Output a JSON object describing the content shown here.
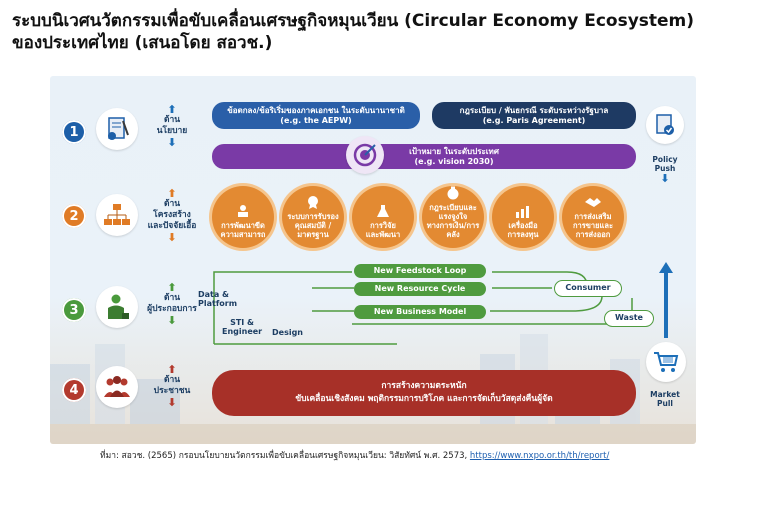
{
  "title_line1": "ระบบนิเวศนวัตกรรมเพื่อขับเคลื่อนเศรษฐกิจหมุนเวียน (Circular Economy Ecosystem)",
  "title_line2": "ของประเทศไทย (เสนอโดย สอวช.)",
  "rows": [
    {
      "num": "1",
      "label_line1": "ด้าน",
      "label_line2": "นโยบาย",
      "color": "#1d5fa8"
    },
    {
      "num": "2",
      "label_line1": "ด้าน",
      "label_line2": "โครงสร้าง",
      "label_line3": "และปัจจัยเอื้อ",
      "color": "#e07b25"
    },
    {
      "num": "3",
      "label_line1": "ด้าน",
      "label_line2": "ผู้ประกอบการ",
      "color": "#4a9a3c"
    },
    {
      "num": "4",
      "label_line1": "ด้าน",
      "label_line2": "ประชาชน",
      "color": "#b33a2e"
    }
  ],
  "policy": {
    "intl_line1": "ข้อตกลง/ข้อริเริ่มของภาคเอกชน ในระดับนานาชาติ",
    "intl_line2": "(e.g. the AEPW)",
    "gov_line1": "กฎระเบียบ / พันธกรณี ระดับระหว่างรัฐบาล",
    "gov_line2": "(e.g. Paris Agreement)",
    "target_line1": "เป้าหมาย ในระดับประเทศ",
    "target_line2": "(e.g. vision 2030)",
    "push_line1": "Policy",
    "push_line2": "Push"
  },
  "structure_items": [
    {
      "line1": "การพัฒนาขีด",
      "line2": "ความสามารถ",
      "line3": ""
    },
    {
      "line1": "ระบบการรับรอง",
      "line2": "คุณสมบัติ /",
      "line3": "มาตรฐาน"
    },
    {
      "line1": "การวิจัย",
      "line2": "และพัฒนา",
      "line3": ""
    },
    {
      "line1": "กฎระเบียบและ",
      "line2": "แรงจูงใจ",
      "line3": "ทางการเงิน/การคลัง"
    },
    {
      "line1": "เครื่องมือ",
      "line2": "การลงทุน",
      "line3": ""
    },
    {
      "line1": "การส่งเสริม",
      "line2": "การขายและ",
      "line3": "การส่งออก"
    }
  ],
  "entrepreneur": {
    "loop1": "New Feedstock Loop",
    "loop2": "New Resource Cycle",
    "loop3": "New Business Model",
    "data_platform_1": "Data &",
    "data_platform_2": "Platform",
    "sti_1": "STI &",
    "sti_2": "Engineer",
    "design": "Design",
    "consumer": "Consumer",
    "waste": "Waste"
  },
  "people": {
    "line1": "การสร้างความตระหนัก",
    "line2": "ขับเคลื่อนเชิงสังคม พฤติกรรมการบริโภค และการจัดเก็บวัสดุส่งคืนผู้จัด",
    "pull_line1": "Market",
    "pull_line2": "Pull"
  },
  "source_text": "ที่มา: สอวช. (2565) กรอบนโยบายนวัตกรรมเพื่อขับเคลื่อนเศรษฐกิจหมุนเวียน: วิสัยทัศน์ พ.ศ. 2573, ",
  "source_link": "https://www.nxpo.or.th/th/report/"
}
